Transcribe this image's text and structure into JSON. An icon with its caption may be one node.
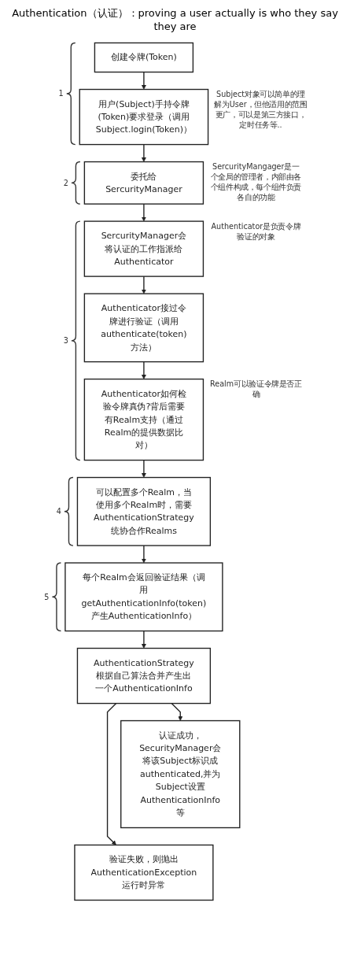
{
  "diagram": {
    "title": "Authentication（认证）：proving a user actually is who they say they are",
    "nodes": [
      {
        "text": [
          "创建令牌(Token)"
        ]
      },
      {
        "text": [
          "用户(Subject)手持令牌(Token)要求登录（调用Subject.login(Token)）"
        ],
        "beside": [
          "Subject对象可以简单的理解为User，但他适用的范围更广，可以是第三方接口，定时任务等.."
        ]
      },
      {
        "text": [
          "委托给SercurityManager"
        ],
        "beside": [
          "SercurityMangager是一个全局的管理者，内部由各个组件构成，每个组件负责各自的功能"
        ]
      },
      {
        "text": [
          "SercurityManager会将认证的工作指派给Authenticator"
        ],
        "beside": [
          "Authenticator是负责令牌验证的对象"
        ]
      },
      {
        "text": [
          "Authenticator接过令牌进行验证（调用authenticate(token)方法）"
        ]
      },
      {
        "text": [
          "Authenticator如何检验令牌真伪?背后需要有Realm支持（通过Realm的提供数据比对）"
        ],
        "beside": [
          "Realm可以验证令牌是否正确"
        ]
      },
      {
        "text": [
          "可以配置多个Realm，当使用多个Realm时，需要AuthenticationStrategy统协合作Realms"
        ]
      },
      {
        "text": [
          "每个Realm会返回验证结果（调用getAuthenticationInfo(token)产生AuthenticationInfo）"
        ]
      },
      {
        "text": [
          "AuthenticationStrategy根据自己算法合并产生出一个AuthenticationInfo"
        ]
      },
      {
        "text": [
          "认证成功，SecurityManager会将该Subject标识成authenticated,并为Subject设置AuthenticationInfo等"
        ]
      },
      {
        "text": [
          "验证失败，则抛出AuthenticationException运行时异常"
        ]
      }
    ],
    "edges": [
      {
        "from": 0,
        "to": 1,
        "arrow": "to"
      },
      {
        "from": 1,
        "to": 2,
        "arrow": "to"
      },
      {
        "from": 2,
        "to": 3,
        "arrow": "to"
      },
      {
        "from": 3,
        "to": 4,
        "arrow": "to"
      },
      {
        "from": 4,
        "to": 5,
        "arrow": "to"
      },
      {
        "from": 5,
        "to": 6,
        "arrow": "to"
      },
      {
        "from": 6,
        "to": 7,
        "arrow": "to"
      },
      {
        "from": 7,
        "to": 8,
        "arrow": "to"
      },
      {
        "from": 8,
        "to": 9,
        "arrow": "to"
      },
      {
        "from": 8,
        "to": 10,
        "arrow": "to"
      }
    ],
    "labels": [
      "1",
      "2",
      "3",
      "4",
      "5"
    ]
  }
}
